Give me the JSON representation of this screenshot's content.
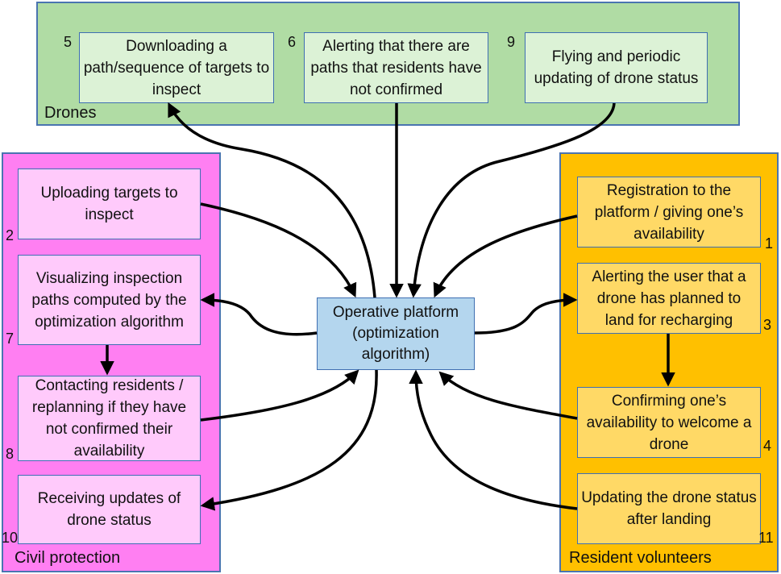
{
  "colors": {
    "drones_bg": "#b0dca4",
    "drones_box": "#dcf2d6",
    "civil_bg": "#ff7ff2",
    "civil_box": "#ffcafb",
    "resident_bg": "#ffc000",
    "resident_box": "#ffd966",
    "platform_box": "#b4d6ee",
    "border": "#4a74b0",
    "arrow": "#000000"
  },
  "groups": {
    "drones": "Drones",
    "civil": "Civil protection",
    "resident": "Resident volunteers"
  },
  "platform": "Operative platform (optimization algorithm)",
  "drones_steps": [
    {
      "num": "5",
      "text": "Downloading a path/sequence of targets to inspect"
    },
    {
      "num": "6",
      "text": "Alerting that there are paths that residents have not confirmed"
    },
    {
      "num": "9",
      "text": "Flying and periodic updating of drone status"
    }
  ],
  "civil_steps": [
    {
      "num": "2",
      "text": "Uploading targets to inspect"
    },
    {
      "num": "7",
      "text": "Visualizing inspection paths computed by the optimization algorithm"
    },
    {
      "num": "8",
      "text": "Contacting residents / replanning if they have not confirmed their availability"
    },
    {
      "num": "10",
      "text": "Receiving updates of drone status"
    }
  ],
  "resident_steps": [
    {
      "num": "1",
      "text": "Registration to the platform / giving one’s availability"
    },
    {
      "num": "3",
      "text": "Alerting the user that a drone has planned to land for recharging"
    },
    {
      "num": "4",
      "text": "Confirming one’s availability to welcome a drone"
    },
    {
      "num": "11",
      "text": "Updating the drone status after landing"
    }
  ]
}
